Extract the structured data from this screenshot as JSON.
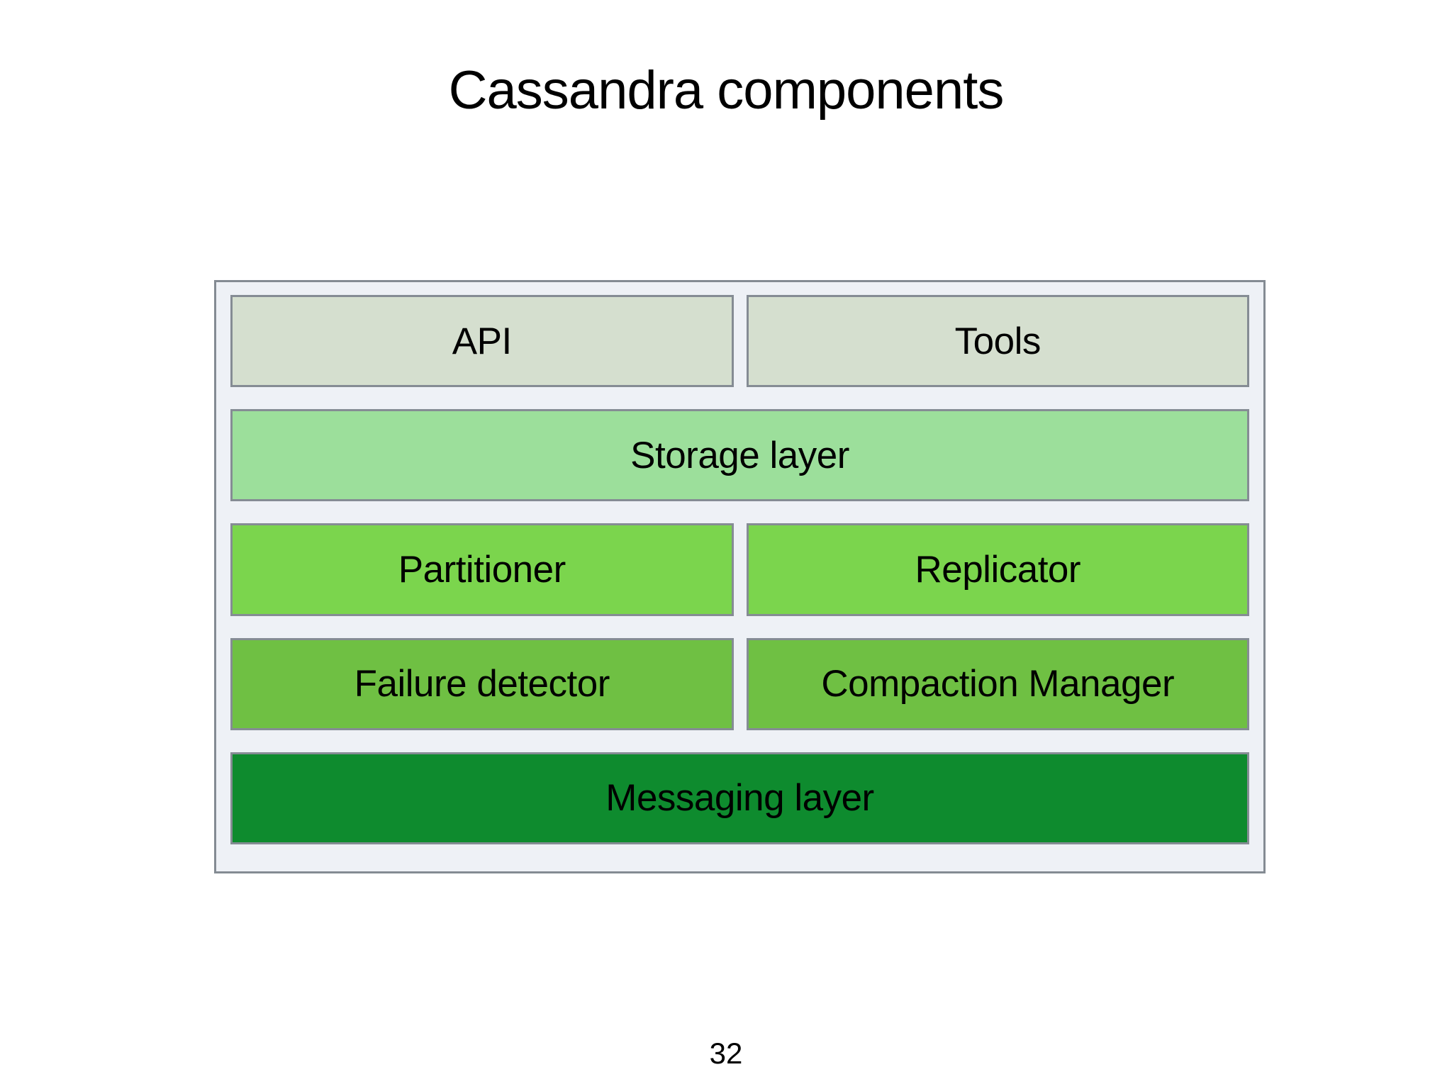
{
  "slide": {
    "title": "Cassandra components",
    "page_number": "32"
  },
  "diagram": {
    "container_fill": "#eef1f6",
    "container_border": "#848b93",
    "box_border": "#858c94",
    "rows": [
      {
        "cells": [
          {
            "label": "API",
            "fill": "#d5dfcf"
          },
          {
            "label": "Tools",
            "fill": "#d5dfcf"
          }
        ]
      },
      {
        "cells": [
          {
            "label": "Storage layer",
            "fill": "#9cdf9b",
            "full_width": true
          }
        ]
      },
      {
        "cells": [
          {
            "label": "Partitioner",
            "fill": "#7bd54d"
          },
          {
            "label": "Replicator",
            "fill": "#7bd54d"
          }
        ]
      },
      {
        "cells": [
          {
            "label": "Failure detector",
            "fill": "#6fc043"
          },
          {
            "label": "Compaction Manager",
            "fill": "#6fc043"
          }
        ]
      },
      {
        "cells": [
          {
            "label": "Messaging layer",
            "fill": "#0e8b2e",
            "full_width": true
          }
        ]
      }
    ]
  }
}
